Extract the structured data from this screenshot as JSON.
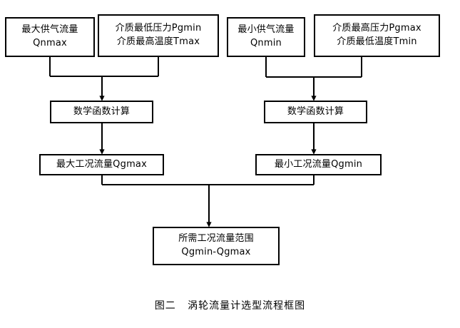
{
  "figure": {
    "caption": "图二   涡轮流量计选型流程框图",
    "stroke_color": "#000000",
    "background_color": "#ffffff"
  },
  "nodes": {
    "max_supply_flow": {
      "line1": "最大供气流量",
      "line2": "Qnmax"
    },
    "min_pressure_max_temp": {
      "line1": "介质最低压力Pgmin",
      "line2": "介质最高温度Tmax"
    },
    "min_supply_flow": {
      "line1": "最小供气流量",
      "line2": "Qnmin"
    },
    "max_pressure_min_temp": {
      "line1": "介质最高压力Pgmax",
      "line2": "介质最低温度Tmin"
    },
    "math_calc_left": {
      "line1": "数学函数计算"
    },
    "math_calc_right": {
      "line1": "数学函数计算"
    },
    "qgmax": {
      "line1": "最大工况流量Qgmax"
    },
    "qgmin": {
      "line1": "最小工况流量Qgmin"
    },
    "result_range": {
      "line1": "所需工况流量范围",
      "line2": "Qgmin-Qgmax"
    }
  }
}
